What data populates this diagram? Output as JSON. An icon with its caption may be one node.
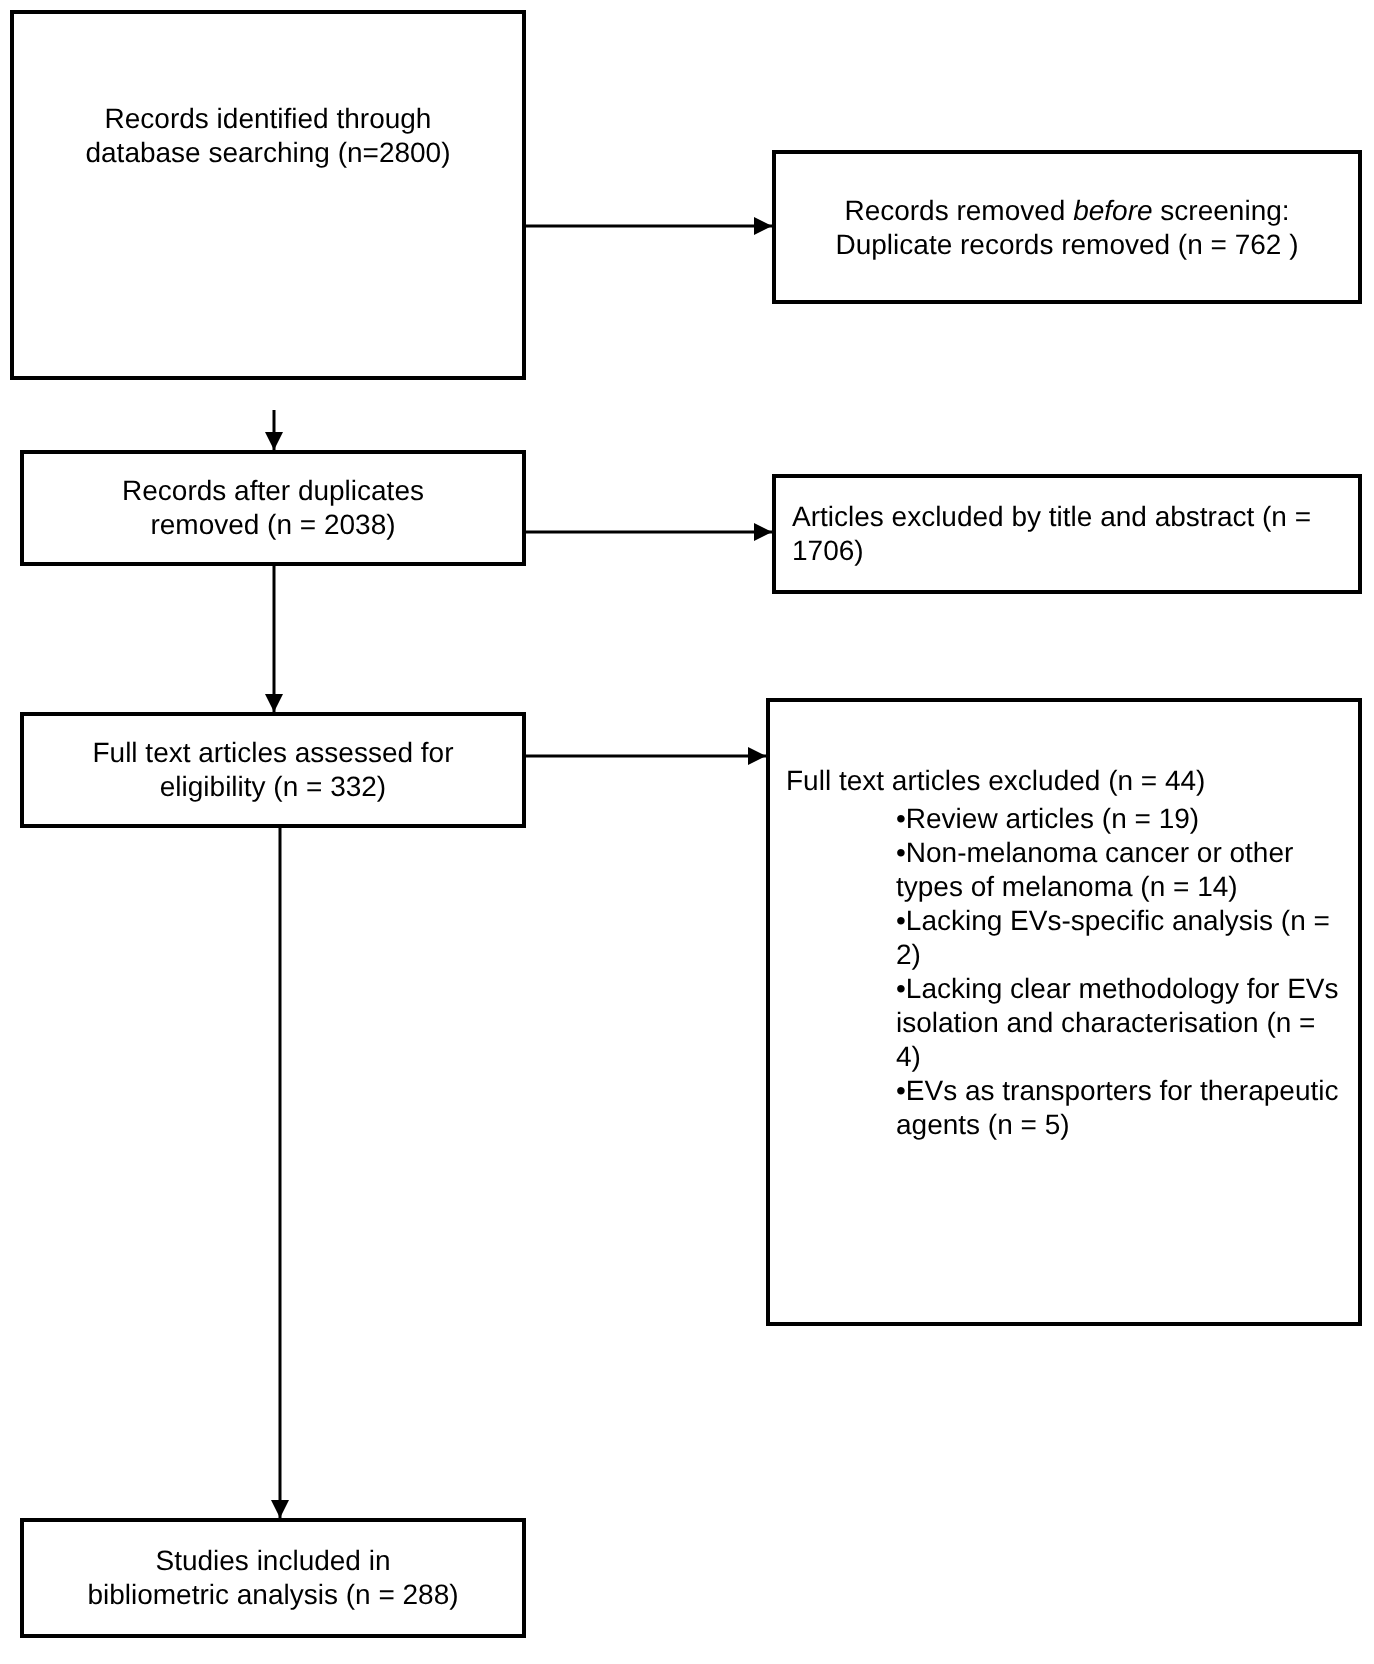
{
  "diagram": {
    "nodes": [
      {
        "text": [
          "Records identified through database searching (n=2800)"
        ]
      },
      {
        "text": [
          "Records removed *before* screening:",
          "Duplicate records removed (n = 762 )"
        ]
      },
      {
        "text": [
          "Records after duplicates removed (n = 2038)"
        ]
      },
      {
        "text": [
          "Articles excluded by title and abstract (n = 1706)"
        ]
      },
      {
        "text": [
          "Full text articles assessed for eligibility (n = 332)"
        ]
      },
      {
        "text": [
          "Full text articles excluded (n = 44)",
          "•Review articles (n = 19)",
          "•Non-melanoma cancer or other types of melanoma (n = 14)",
          "•Lacking EVs-specific analysis (n = 2)",
          "•Lacking clear methodology for EVs isolation and characterisation (n = 4)",
          "•EVs as transporters for therapeutic agents (n = 5)"
        ]
      },
      {
        "text": [
          "Studies included in bibliometric analysis (n = 288)"
        ]
      }
    ],
    "edges": [
      {
        "from": 0,
        "to": 1,
        "arrow": "to"
      },
      {
        "from": 0,
        "to": 2,
        "arrow": "to"
      },
      {
        "from": 2,
        "to": 3,
        "arrow": "to"
      },
      {
        "from": 2,
        "to": 4,
        "arrow": "to"
      },
      {
        "from": 4,
        "to": 5,
        "arrow": "to"
      },
      {
        "from": 4,
        "to": 6,
        "arrow": "to"
      }
    ]
  }
}
